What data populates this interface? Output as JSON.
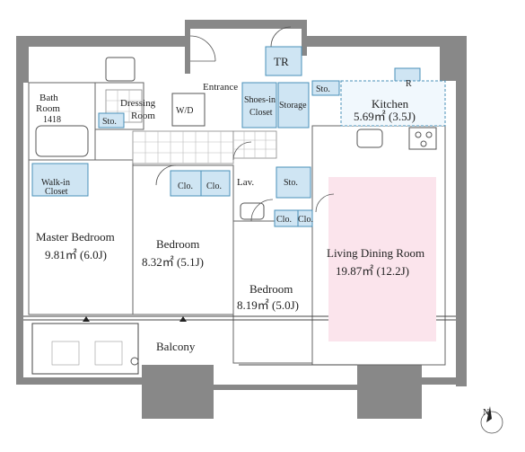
{
  "rooms": {
    "bath": {
      "name_line1": "Bath",
      "name_line2": "Room",
      "code": "1418"
    },
    "dressing": {
      "name_line1": "Dressing",
      "name_line2": "Room"
    },
    "wd": "W/D",
    "sto_bath": "Sto.",
    "entrance": "Entrance",
    "shoes": {
      "line1": "Shoes-in",
      "line2": "Closet"
    },
    "storage": "Storage",
    "tr": "TR",
    "sto_entrance": "Sto.",
    "kitchen": {
      "name": "Kitchen",
      "area": "5.69㎡ (3.5J)"
    },
    "r_mark": "R",
    "walkin": {
      "line1": "Walk-in",
      "line2": "Closet"
    },
    "clo1": "Clo.",
    "clo2": "Clo.",
    "lav": "Lav.",
    "sto_lav": "Sto.",
    "clo3": "Clo.",
    "clo4": "Clo.",
    "master": {
      "name": "Master Bedroom",
      "area": "9.81㎡ (6.0J)"
    },
    "bedroom1": {
      "name": "Bedroom",
      "area": "8.32㎡ (5.1J)"
    },
    "bedroom2": {
      "name": "Bedroom",
      "area": "8.19㎡ (5.0J)"
    },
    "living": {
      "name": "Living Dining Room",
      "area": "19.87㎡ (12.2J)"
    },
    "balcony": "Balcony",
    "compass": "N"
  },
  "colors": {
    "wall": "#888888",
    "closet": "#cfe5f3",
    "living_floor": "#fbe4ec"
  }
}
